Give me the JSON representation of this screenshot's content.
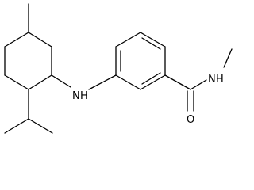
{
  "diagram": {
    "type": "skeletal-structure",
    "atoms": {
      "amine_n": "N",
      "amine_h": "H",
      "amide_n": "N",
      "amide_h": "H",
      "carbonyl_o": "O"
    },
    "colors": {
      "bond": "#000000",
      "label": "#000000",
      "background": "#ffffff"
    }
  }
}
